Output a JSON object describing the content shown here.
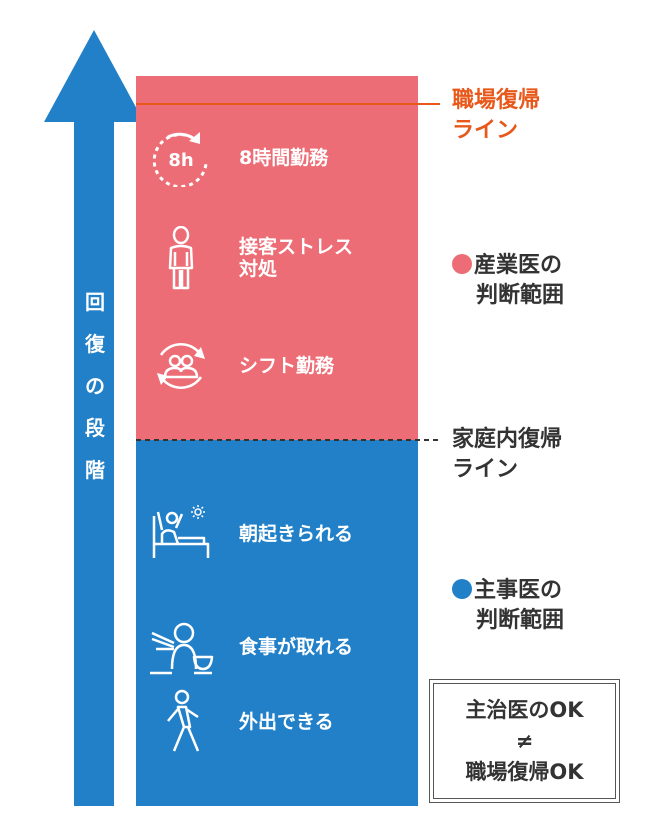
{
  "axis": {
    "chars": [
      "回",
      "復",
      "の",
      "段",
      "階"
    ]
  },
  "colors": {
    "arrow": "#2280c8",
    "industrial_zone": "#ec6d75",
    "primary_zone": "#2280c8",
    "workplace_line": "#e8581a",
    "home_line": "#333333",
    "industrial_dot": "#ec6d75",
    "primary_dot": "#2280c8"
  },
  "items": [
    {
      "icon": "clock-8h-icon",
      "icon_text": "8h",
      "lines": [
        "8時間勤務"
      ]
    },
    {
      "icon": "bowing-person-icon",
      "lines": [
        "接客ストレス",
        "対処"
      ]
    },
    {
      "icon": "rotating-shift-people-icon",
      "lines": [
        "シフト勤務"
      ]
    },
    {
      "icon": "waking-up-in-bed-icon",
      "lines": [
        "朝起きられる"
      ]
    },
    {
      "icon": "person-eating-icon",
      "lines": [
        "食事が取れる"
      ]
    },
    {
      "icon": "walking-person-icon",
      "lines": [
        "外出できる"
      ]
    }
  ],
  "lines": {
    "workplace": [
      "職場復帰",
      "ライン"
    ],
    "home": [
      "家庭内復帰",
      "ライン"
    ]
  },
  "zones": {
    "industrial": [
      "産業医の",
      "判断範囲"
    ],
    "primary": [
      "主事医の",
      "判断範囲"
    ]
  },
  "okbox": [
    "主治医のOK",
    "≠",
    "職場復帰OK"
  ]
}
